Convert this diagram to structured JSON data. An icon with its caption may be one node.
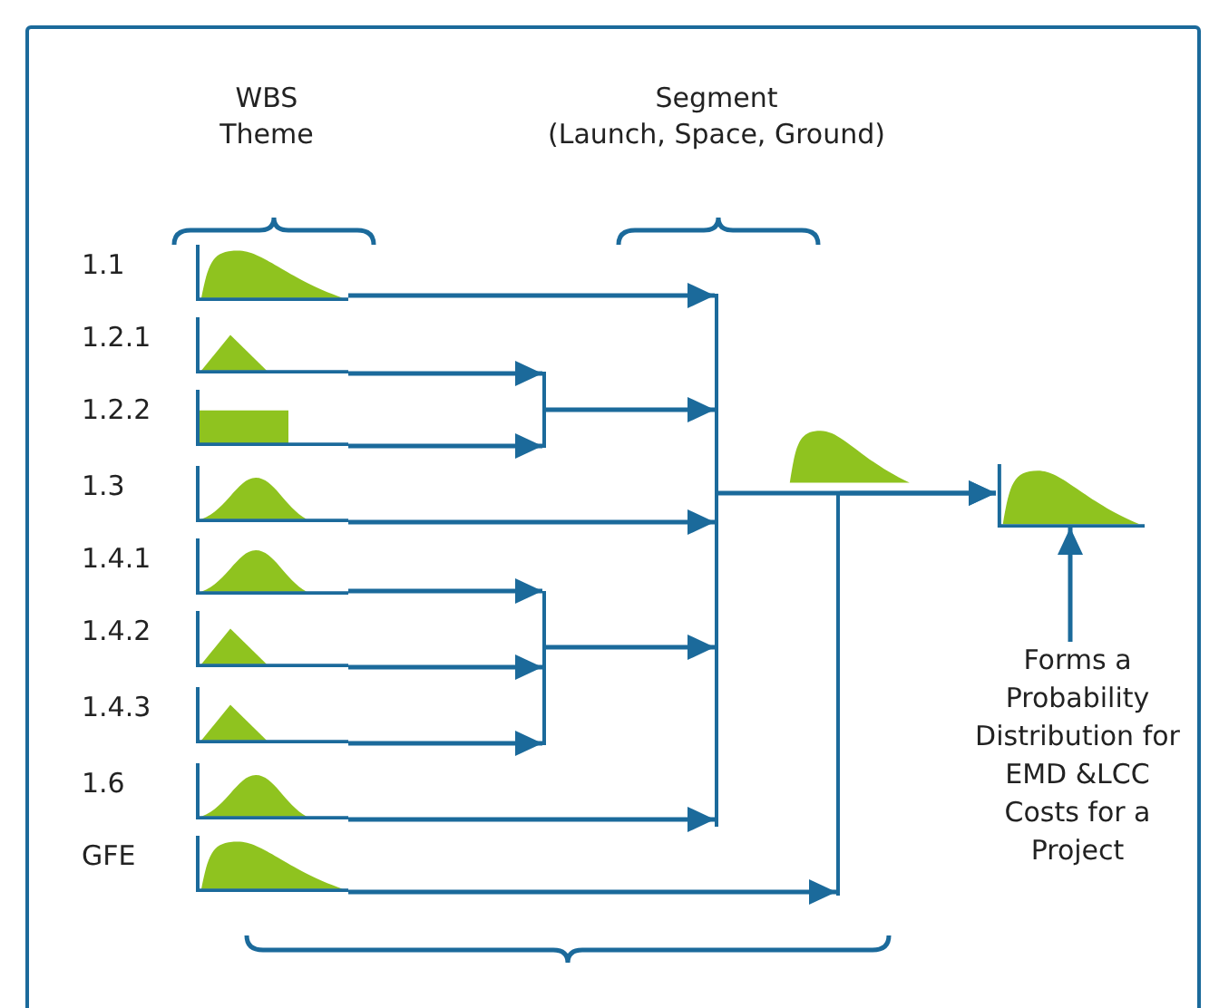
{
  "diagram": {
    "nodes": [
      {
        "text": [],
        "shape": "picture",
        "beside": [
          "1.1"
        ]
      },
      {
        "text": [],
        "shape": "picture",
        "beside": [
          "1.2.1"
        ]
      },
      {
        "text": [],
        "shape": "box",
        "beside": [
          "1.2.2"
        ]
      },
      {
        "text": [],
        "shape": "picture",
        "beside": [
          "1.3"
        ]
      },
      {
        "text": [],
        "shape": "picture",
        "beside": [
          "1.4.1"
        ]
      },
      {
        "text": [],
        "shape": "picture",
        "beside": [
          "1.4.2"
        ]
      },
      {
        "text": [],
        "shape": "picture",
        "beside": [
          "1.4.3"
        ]
      },
      {
        "text": [],
        "shape": "picture",
        "beside": [
          "1.6"
        ]
      },
      {
        "text": [],
        "shape": "picture",
        "beside": [
          "GFE"
        ]
      },
      {
        "text": [],
        "shape": "bar"
      },
      {
        "text": [],
        "shape": "bar"
      },
      {
        "text": [],
        "shape": "bar"
      },
      {
        "text": [],
        "shape": "picture"
      },
      {
        "text": [],
        "shape": "bar"
      },
      {
        "text": [],
        "shape": "picture"
      },
      {
        "text": [
          "Forms a Probability Distribution for EMD &LCC Costs for a Project"
        ]
      }
    ],
    "edges": [
      {
        "from": 0,
        "to": 11,
        "arrow": "to"
      },
      {
        "from": 1,
        "to": 9,
        "arrow": "to"
      },
      {
        "from": 2,
        "to": 9,
        "arrow": "to"
      },
      {
        "from": 9,
        "to": 11,
        "arrow": "to"
      },
      {
        "from": 3,
        "to": 11,
        "arrow": "to"
      },
      {
        "from": 4,
        "to": 10,
        "arrow": "to"
      },
      {
        "from": 5,
        "to": 10,
        "arrow": "to"
      },
      {
        "from": 6,
        "to": 10,
        "arrow": "to"
      },
      {
        "from": 10,
        "to": 11,
        "arrow": "to"
      },
      {
        "from": 7,
        "to": 11,
        "arrow": "to"
      },
      {
        "from": 8,
        "to": 13,
        "arrow": "to"
      },
      {
        "from": 11,
        "to": 14,
        "arrow": "to"
      },
      {
        "from": 13,
        "to": 14,
        "arrow": "to"
      },
      {
        "from": 15,
        "to": 14,
        "arrow": "to"
      }
    ],
    "labels": [
      "WBS Theme",
      "Segment",
      "(Launch, Space, Ground)"
    ]
  }
}
